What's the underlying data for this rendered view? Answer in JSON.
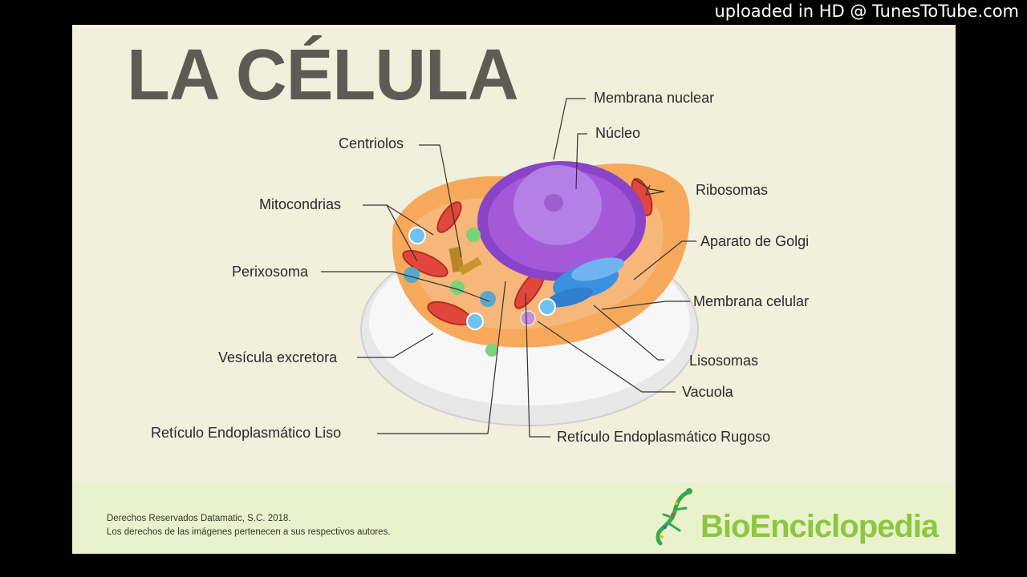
{
  "watermark": "uploaded in HD @ TunesToTube.com",
  "title": "LA CÉLULA",
  "labels": {
    "membrana_nuclear": "Membrana nuclear",
    "nucleo": "Núcleo",
    "centriolos": "Centriolos",
    "ribosomas": "Ribosomas",
    "mitocondrias": "Mitocondrias",
    "aparato_golgi": "Aparato de Golgi",
    "perixosoma": "Perixosoma",
    "membrana_celular": "Membrana celular",
    "lisosomas": "Lisosomas",
    "vesicula": "Vesícula excretora",
    "vacuola": "Vacuola",
    "reticulo_liso": "Retículo Endoplasmático Liso",
    "reticulo_rugoso": "Retículo Endoplasmático Rugoso"
  },
  "footer": {
    "line1": "Derechos Reservados Datamatic, S.C. 2018.",
    "line2": "Los derechos de las imágenes pertenecen a sus respectivos autores.",
    "brand": "BioEnciclopedia"
  },
  "colors": {
    "panel": "#f0f0dd",
    "footer": "#e9f2cc",
    "title": "#5c5c54",
    "brand": "#8dc63f",
    "nucleus": "#9b59d0",
    "cytoplasm": "#f6a95a",
    "mitochondria": "#e0463a",
    "golgi": "#3d8fe0"
  }
}
